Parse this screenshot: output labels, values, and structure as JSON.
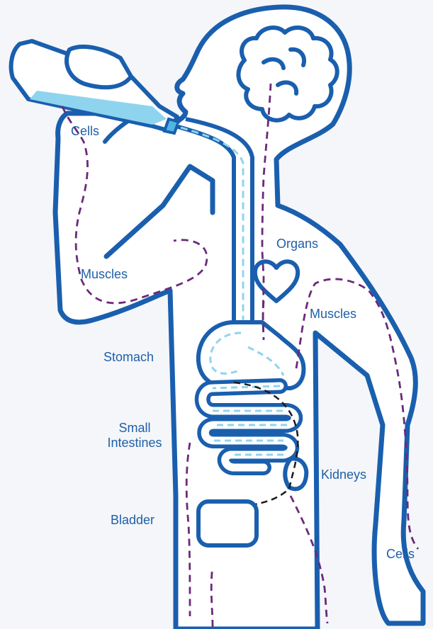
{
  "labels": {
    "cells_hand": "Cells",
    "muscles_arm": "Muscles",
    "stomach": "Stomach",
    "small_intestines_line1": "Small",
    "small_intestines_line2": "Intestines",
    "bladder": "Bladder",
    "organs": "Organs",
    "muscles_torso": "Muscles",
    "kidneys": "Kidneys",
    "cells_hand_right": "Cells"
  },
  "colors": {
    "outline": "#1a5fae",
    "water": "#8fd4ee",
    "water_dark": "#4fb6e2",
    "pathway": "#6b2a7a",
    "kidney_link": "#1b1b1b",
    "background": "#f4f6f9",
    "label": "#1f5fa8"
  },
  "icons": [
    "water-bottle",
    "brain",
    "heart",
    "stomach",
    "intestines",
    "kidney",
    "bladder"
  ]
}
